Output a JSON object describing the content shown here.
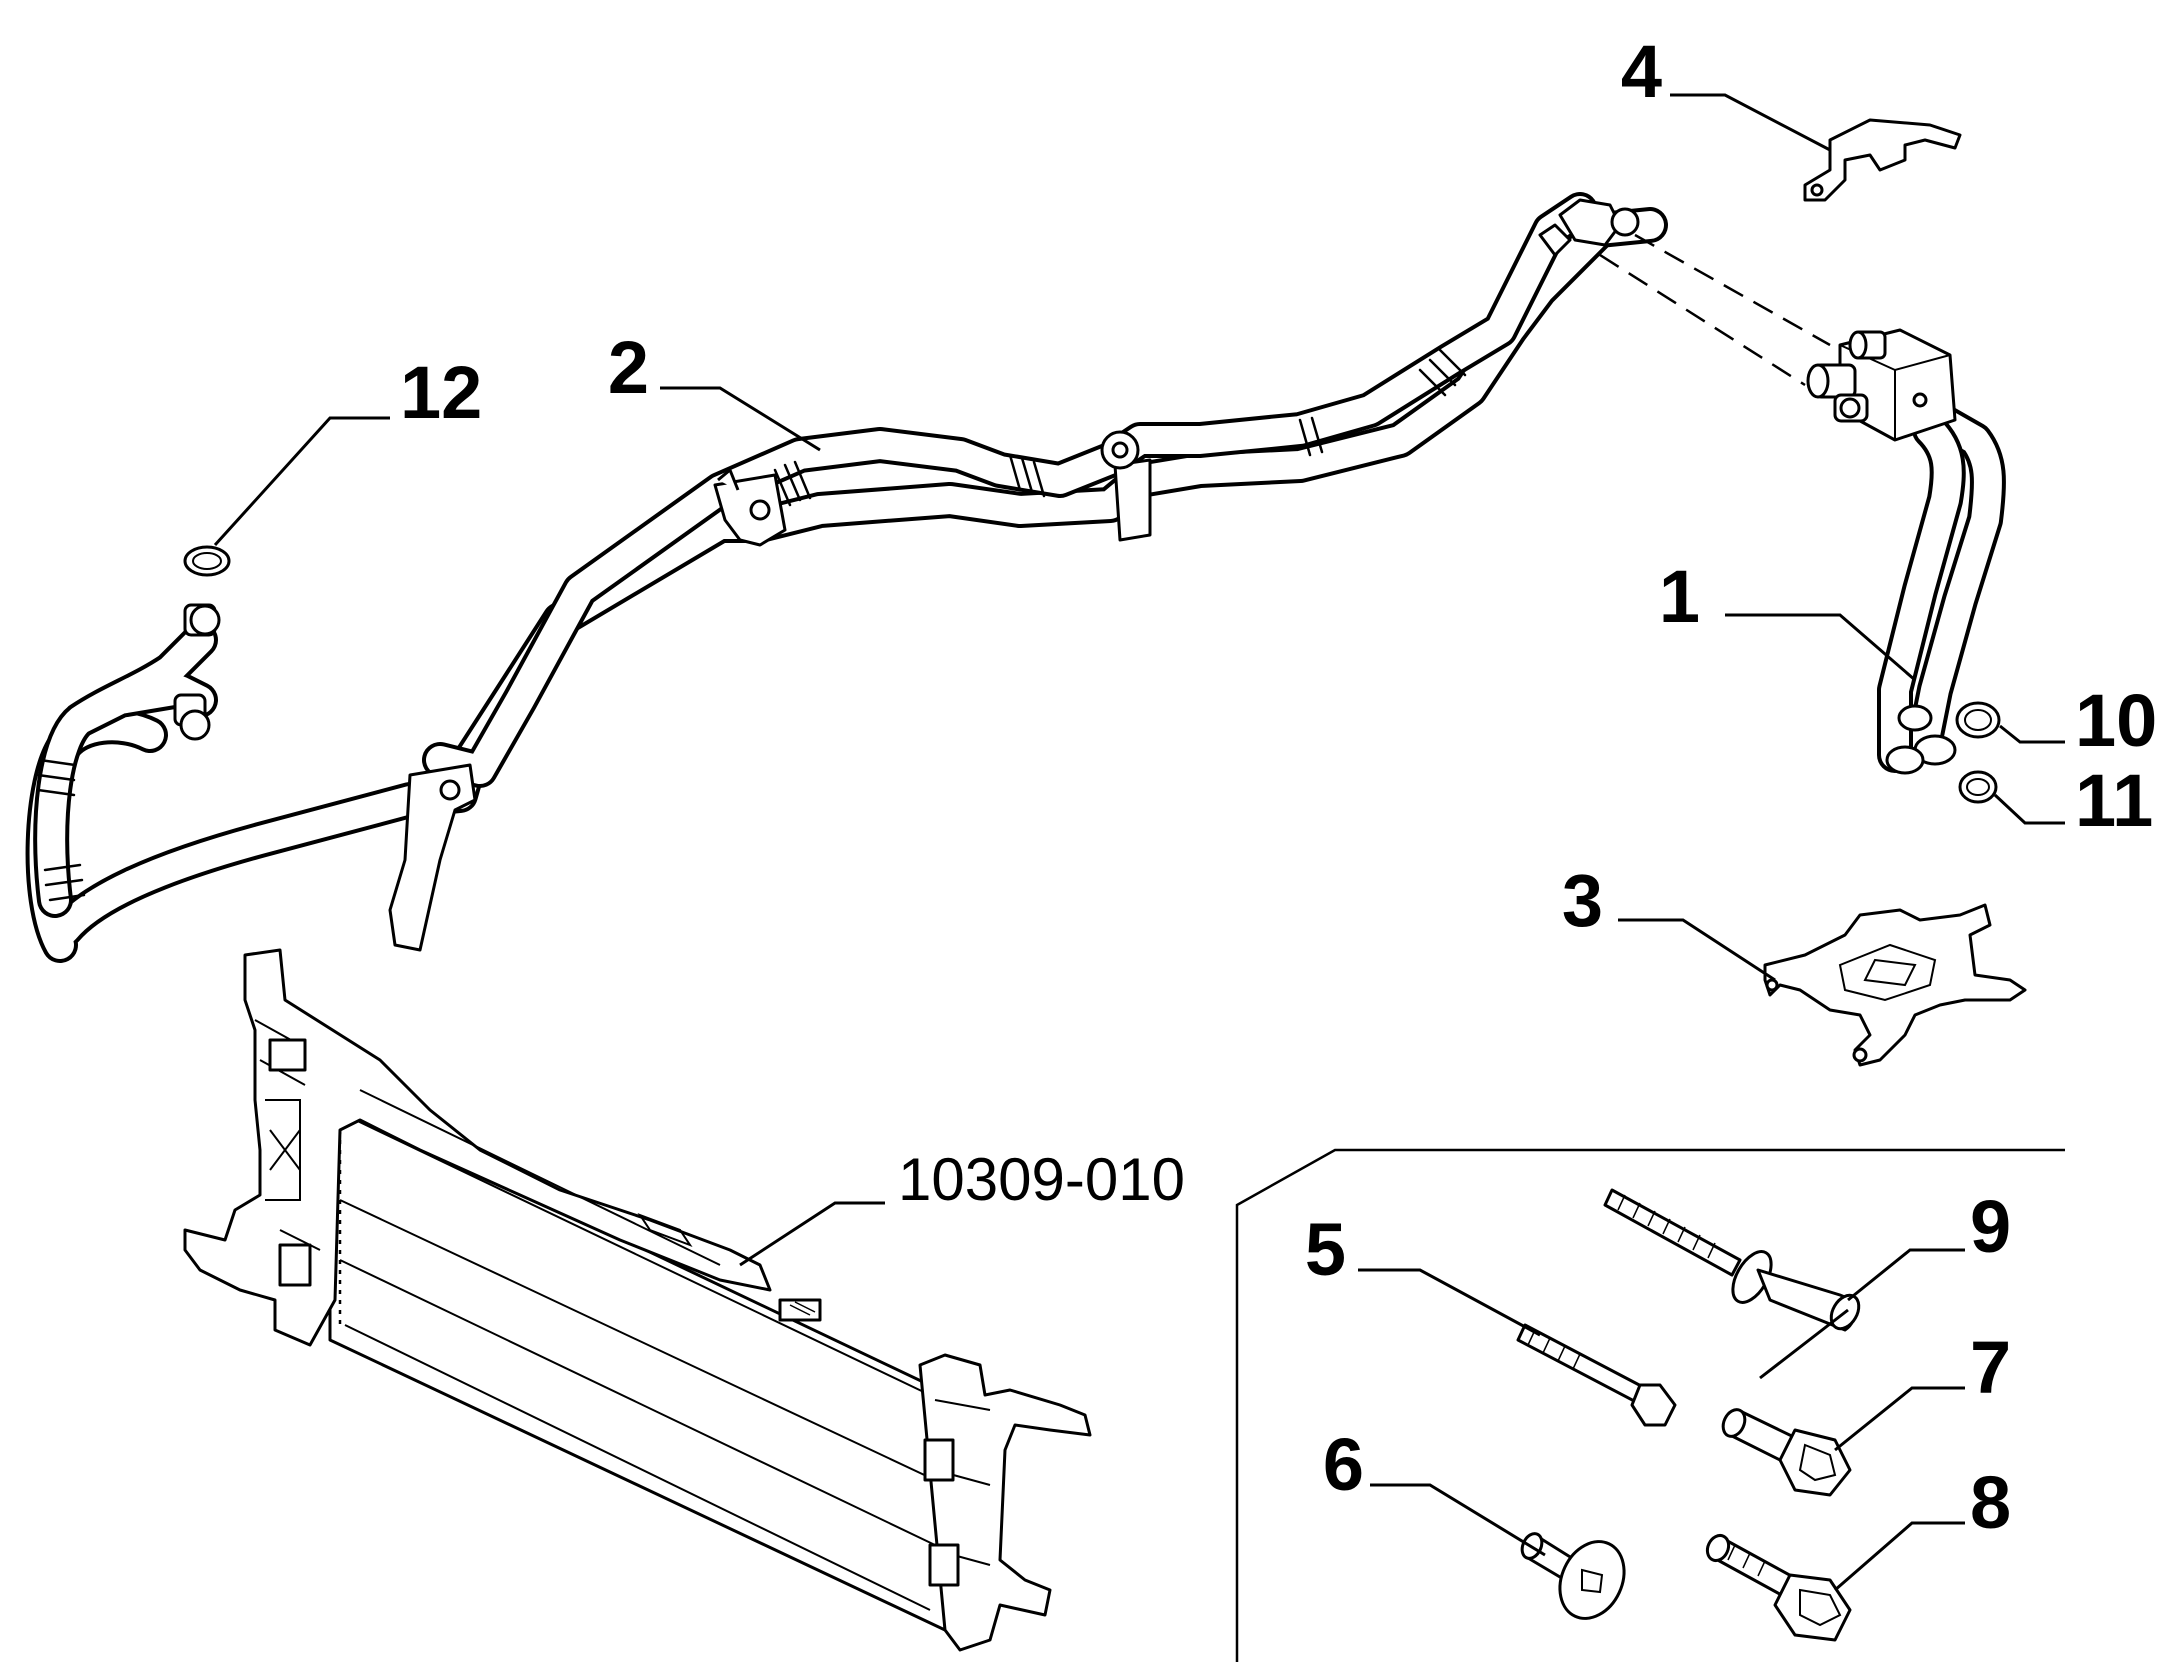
{
  "callouts": {
    "c1": "1",
    "c2": "2",
    "c3": "3",
    "c4": "4",
    "c5": "5",
    "c6": "6",
    "c7": "7",
    "c8": "8",
    "c9": "9",
    "c10": "10",
    "c11": "11",
    "c12": "12",
    "ref": "10309-010"
  }
}
